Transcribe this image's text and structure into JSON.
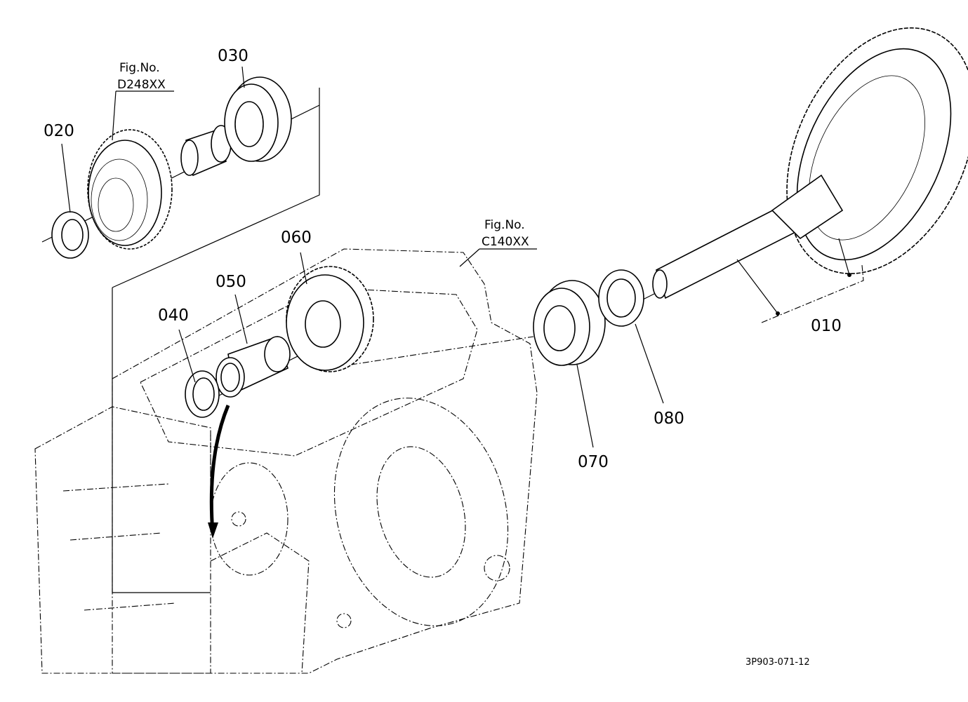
{
  "diagram": {
    "part_labels": {
      "p010": "010",
      "p020": "020",
      "p030": "030",
      "p040": "040",
      "p050": "050",
      "p060": "060",
      "p070": "070",
      "p080": "080"
    },
    "figure_refs": [
      {
        "line1": "Fig.No.",
        "line2": "D248XX"
      },
      {
        "line1": "Fig.No.",
        "line2": "C140XX"
      }
    ],
    "drawing_code": "3P903-071-12"
  }
}
